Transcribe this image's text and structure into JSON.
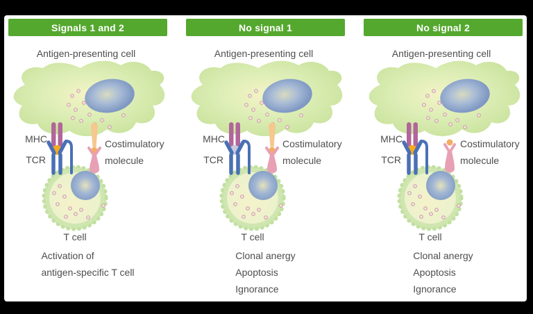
{
  "colors": {
    "frame": "#000000",
    "surface": "#ffffff",
    "header_green": "#54a82e",
    "text_grey": "#4d4d4d",
    "mhc": "#b16699",
    "tcr_blue": "#4a70b6",
    "antigen_orange": "#f7a91e",
    "self_peptide_grey": "#c6cbdf",
    "costim_stalk_orange": "#f6c78f",
    "costim_ball_orange": "#f2ad62",
    "costim_receptor_pink": "#e8a0b5",
    "apc_green_edge": "#c8e29c",
    "tcell_membrane": "#cfe6b0"
  },
  "panels": [
    {
      "header": "Signals 1 and 2",
      "apc_label": "Antigen-presenting cell",
      "mhc_label": "MHC",
      "tcr_label": "TCR",
      "costim_label_line1": "Costimulatory",
      "costim_label_line2": "molecule",
      "tcell_label": "T cell",
      "peptide_color": "#f7a91e",
      "costimulation": "engaged",
      "outcome_lines": [
        "Activation of",
        "antigen-specific T cell"
      ]
    },
    {
      "header": "No signal 1",
      "apc_label": "Antigen-presenting cell",
      "mhc_label": "MHC",
      "tcr_label": "TCR",
      "costim_label_line1": "Costimulatory",
      "costim_label_line2": "molecule",
      "tcell_label": "T cell",
      "peptide_color": "#c6cbdf",
      "costimulation": "engaged",
      "outcome_lines": [
        "Clonal anergy",
        "Apoptosis",
        "Ignorance"
      ]
    },
    {
      "header": "No signal 2",
      "apc_label": "Antigen-presenting cell",
      "mhc_label": "MHC",
      "tcr_label": "TCR",
      "costim_label_line1": "Costimulatory",
      "costim_label_line2": "molecule",
      "tcell_label": "T cell",
      "peptide_color": "#f7a91e",
      "costimulation": "not-engaged",
      "outcome_lines": [
        "Clonal anergy",
        "Apoptosis",
        "Ignorance"
      ]
    }
  ]
}
